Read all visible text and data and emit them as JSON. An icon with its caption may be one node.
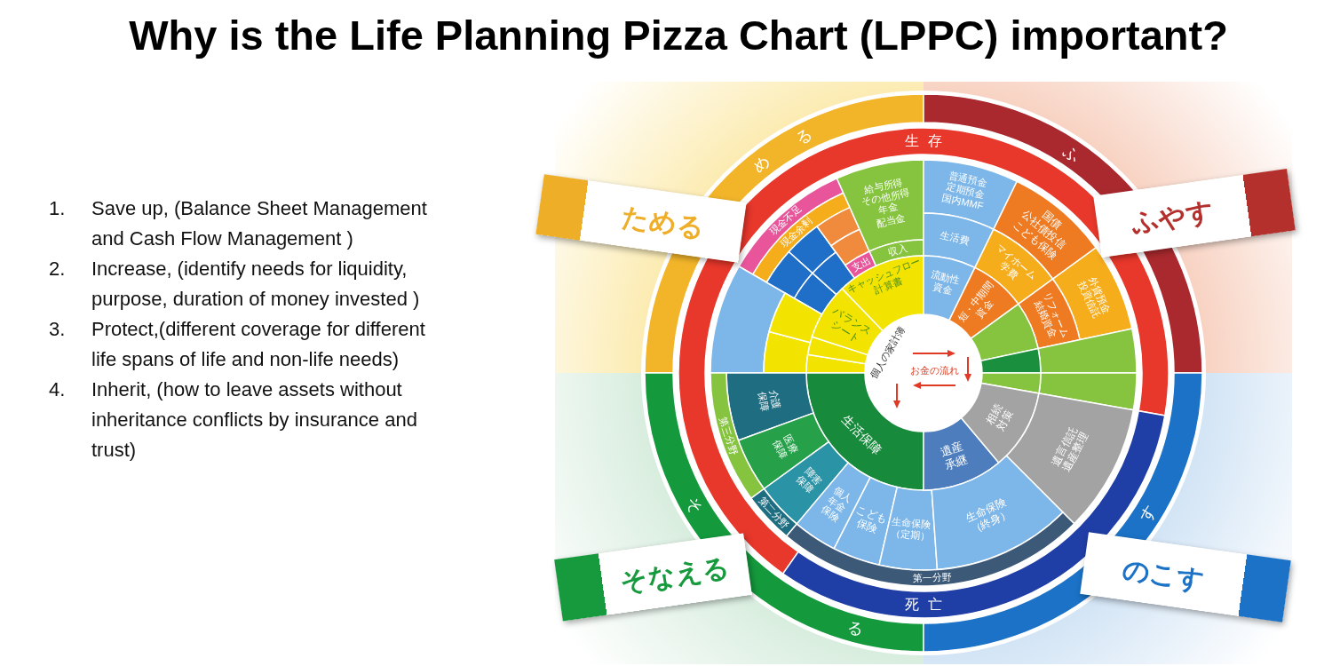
{
  "diagram": {
    "title": "Why is the Life Planning Pizza Chart (LPPC) important?",
    "nodes": [
      {
        "text": [
          "め",
          "る"
        ]
      },
      {
        "text": [
          "ためる"
        ]
      },
      {
        "text": [
          "ふ"
        ]
      },
      {
        "text": [
          "ふやす"
        ]
      },
      {
        "text": [
          "生存"
        ]
      },
      {
        "text": [
          "現金不足"
        ]
      },
      {
        "text": [
          "現金余剰"
        ]
      },
      {
        "text": [],
        "shape": "sector"
      },
      {
        "text": [],
        "shape": "sector"
      },
      {
        "text": [],
        "shape": "sector"
      },
      {
        "text": [],
        "shape": "sector"
      },
      {
        "text": [],
        "shape": "sector"
      },
      {
        "text": [],
        "shape": "sector"
      },
      {
        "text": [],
        "shape": "sector"
      },
      {
        "text": [
          "給与所得",
          "その他所得",
          "年金",
          "配当金"
        ]
      },
      {
        "text": [
          "収入"
        ]
      },
      {
        "text": [
          "支出"
        ]
      },
      {
        "text": [],
        "shape": "sector"
      },
      {
        "text": [],
        "shape": "sector"
      },
      {
        "text": [],
        "shape": "sector"
      },
      {
        "text": [],
        "shape": "sector"
      },
      {
        "text": [
          "バランスシート"
        ]
      },
      {
        "text": [
          "キャッシュフロー計算書"
        ]
      },
      {
        "text": [
          "普通預金",
          "定期預金",
          "国内MMF"
        ]
      },
      {
        "text": [
          "生活費"
        ]
      },
      {
        "text": [
          "流動性資金"
        ]
      },
      {
        "text": [
          "国債",
          "公社債投信",
          "こども保険"
        ]
      },
      {
        "text": [
          "マイホーム",
          "学費"
        ]
      },
      {
        "text": [
          "短・中期間資金"
        ]
      },
      {
        "text": [
          "外貨預金",
          "投資信託"
        ]
      },
      {
        "text": [
          "リフォーム",
          "結婚資金"
        ]
      },
      {
        "text": [],
        "shape": "sector"
      },
      {
        "text": [],
        "shape": "sector"
      },
      {
        "text": [],
        "shape": "sector"
      },
      {
        "text": [],
        "shape": "sector"
      },
      {
        "text": [],
        "shape": "sector"
      },
      {
        "text": [
          "個人の家計簿",
          "お金の流れ"
        ]
      },
      {
        "text": [
          "生活保障"
        ]
      },
      {
        "text": [
          "介護保障"
        ]
      },
      {
        "text": [
          "医療保障"
        ]
      },
      {
        "text": [
          "障害保障"
        ]
      },
      {
        "text": [
          "第三分野"
        ]
      },
      {
        "text": [
          "第二分野"
        ]
      },
      {
        "text": [
          "個人年金保険"
        ]
      },
      {
        "text": [
          "こども保険"
        ]
      },
      {
        "text": [
          "生命保険（定期）"
        ]
      },
      {
        "text": [
          "遺産承継"
        ]
      },
      {
        "text": [
          "相続対策"
        ]
      },
      {
        "text": [
          "遺言信託",
          "遺産整理"
        ]
      },
      {
        "text": [
          "生命保険（終身）"
        ]
      },
      {
        "text": [
          "第一分野"
        ]
      },
      {
        "text": [
          "死亡"
        ]
      },
      {
        "text": [
          "そ",
          "る"
        ]
      },
      {
        "text": [
          "そなえる"
        ]
      },
      {
        "text": [
          "す"
        ]
      },
      {
        "text": [
          "のこす"
        ]
      }
    ],
    "labels": [
      "1. Save up, (Balance Sheet Management and Cash Flow Management )",
      "2. Increase, (identify needs for liquidity, purpose, duration of money invested )",
      "3. Protect,(different coverage for different life spans of life and non-life needs)",
      "4. Inherit, (how to leave assets without inheritance conflicts by insurance and trust)"
    ]
  }
}
